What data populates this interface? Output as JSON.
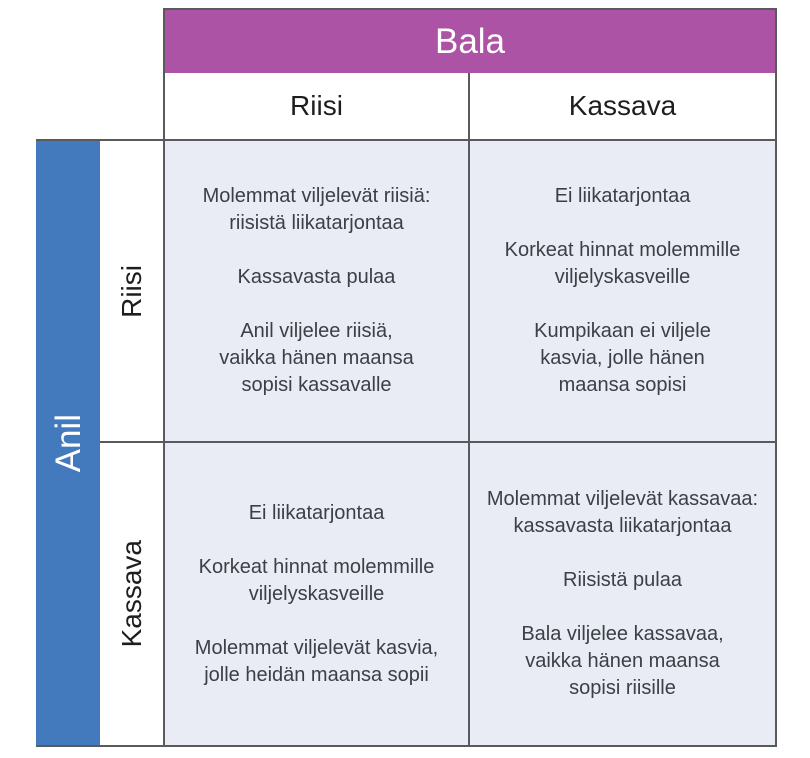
{
  "matrix": {
    "column_player": "Bala",
    "row_player": "Anil",
    "column_headers": [
      "Riisi",
      "Kassava"
    ],
    "row_headers": [
      "Riisi",
      "Kassava"
    ],
    "cells": {
      "riisi_riisi": {
        "paragraphs": [
          "Molemmat viljelevät riisiä:\nriisistä liikatarjontaa",
          "Kassavasta pulaa",
          "Anil viljelee riisiä,\nvaikka hänen maansa\nsopisi kassavalle"
        ]
      },
      "riisi_kassava": {
        "paragraphs": [
          "Ei liikatarjontaa",
          "Korkeat hinnat molemmille\nviljelyskasveille",
          "Kumpikaan ei viljele\nkasvia, jolle hänen\nmaansa sopisi"
        ]
      },
      "kassava_riisi": {
        "paragraphs": [
          "Ei liikatarjontaa",
          "Korkeat hinnat molemmille\nviljelyskasveille",
          "Molemmat viljelevät kasvia,\njolle heidän maansa sopii"
        ]
      },
      "kassava_kassava": {
        "paragraphs": [
          "Molemmat viljelevät kassavaa:\nkassavasta liikatarjontaa",
          "Riisistä pulaa",
          "Bala viljelee kassavaa,\nvaikka hänen maansa\nsopisi riisille"
        ]
      }
    },
    "colors": {
      "column_player_bg": "#AC53A5",
      "row_player_bg": "#4379BD",
      "cell_bg": "#E9ECF4",
      "border": "#595A5C",
      "header_text": "#FFFFFF",
      "cell_text": "#3A4045"
    }
  }
}
